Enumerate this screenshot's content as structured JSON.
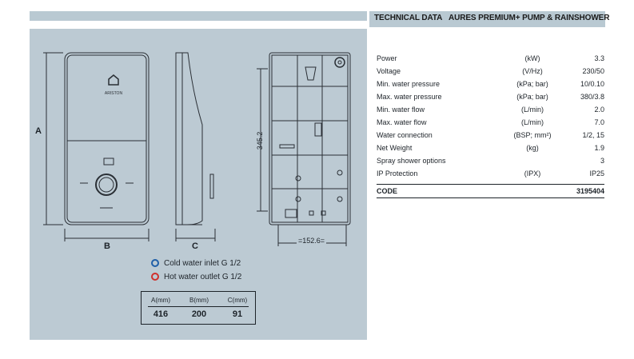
{
  "header": {
    "section": "TECHNICAL DATA",
    "product": "AURES PREMIUM+ PUMP & RAINSHOWER"
  },
  "diagram": {
    "brand": "ARISTON",
    "dim_a": "A",
    "dim_b": "B",
    "dim_c": "C",
    "dim_height": "345.2",
    "dim_width": "=152.6="
  },
  "legend": [
    {
      "label": "Cold water inlet G 1/2",
      "color": "#1f5fa8"
    },
    {
      "label": "Hot water outlet G 1/2",
      "color": "#d0302c"
    }
  ],
  "dimensions_table": {
    "headers": [
      "A(mm)",
      "B(mm)",
      "C(mm)"
    ],
    "values": [
      "416",
      "200",
      "91"
    ]
  },
  "specs": [
    {
      "label": "Power",
      "unit": "(kW)",
      "value": "3.3"
    },
    {
      "label": "Voltage",
      "unit": "(V/Hz)",
      "value": "230/50"
    },
    {
      "label": "Min. water pressure",
      "unit": "(kPa; bar)",
      "value": "10/0.10"
    },
    {
      "label": "Max. water pressure",
      "unit": "(kPa; bar)",
      "value": "380/3.8"
    },
    {
      "label": "Min. water flow",
      "unit": "(L/min)",
      "value": "2.0"
    },
    {
      "label": "Max. water flow",
      "unit": "(L/min)",
      "value": "7.0"
    },
    {
      "label": "Water connection",
      "unit": "(BSP; mm²)",
      "value": "1/2, 15"
    },
    {
      "label": "Net Weight",
      "unit": "(kg)",
      "value": "1.9"
    },
    {
      "label": "Spray shower options",
      "unit": "",
      "value": "3"
    },
    {
      "label": "IP Protection",
      "unit": "(IPX)",
      "value": "IP25"
    }
  ],
  "code": {
    "label": "CODE",
    "value": "3195404"
  }
}
